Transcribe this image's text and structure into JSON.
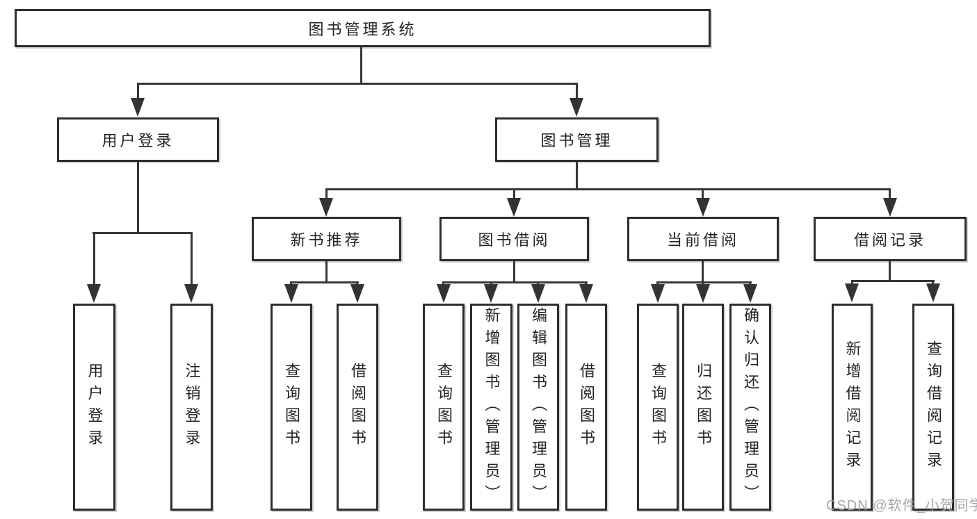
{
  "diagram": {
    "root": {
      "label": "图书管理系统"
    },
    "level2": [
      {
        "label": "用户登录"
      },
      {
        "label": "图书管理"
      }
    ],
    "level3": [
      {
        "label": "新书推荐"
      },
      {
        "label": "图书借阅"
      },
      {
        "label": "当前借阅"
      },
      {
        "label": "借阅记录"
      }
    ],
    "leaves": {
      "user_login": [
        "用户登录",
        "注销登录"
      ],
      "new_book_recommend": [
        "查询图书",
        "借阅图书"
      ],
      "book_borrow": [
        "查询图书",
        "新增图书（管理员）",
        "编辑图书（管理员）",
        "借阅图书"
      ],
      "current_borrow": [
        "查询图书",
        "归还图书",
        "确认归还（管理员）"
      ],
      "borrow_records": [
        "新增借阅记录",
        "查询借阅记录"
      ]
    },
    "line_color": "#363636",
    "border_color": "#2d2d2d"
  },
  "watermark": {
    "text": "CSDN @软件_小贺同学"
  }
}
